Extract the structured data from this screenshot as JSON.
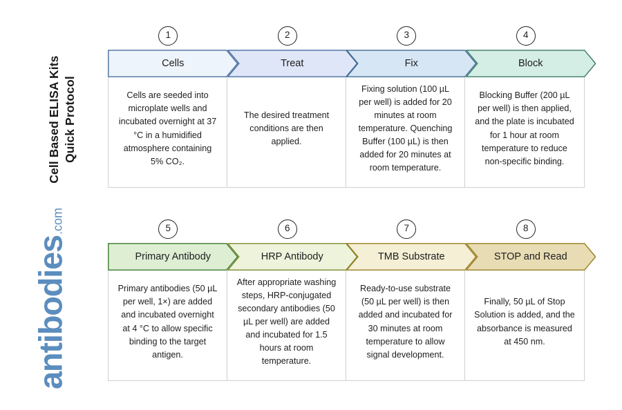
{
  "document": {
    "title": "Cell Based ELISA Kits\nQuick Protocol",
    "brand_name": "antibodies",
    "brand_tld": ".com",
    "brand_color": "#5b8dbe"
  },
  "rows": [
    {
      "row_id": "row-1",
      "steps": [
        {
          "number": "1",
          "label": "Cells",
          "fill": "#eef4fb",
          "stroke": "#4a6fa0",
          "description": "Cells are seeded into microplate wells and incubated overnight at 37 °C in a humidified atmosphere containing 5% CO₂."
        },
        {
          "number": "2",
          "label": "Treat",
          "fill": "#dfe6f8",
          "stroke": "#4a6fa0",
          "description": "The desired treatment conditions are then applied."
        },
        {
          "number": "3",
          "label": "Fix",
          "fill": "#d7e6f5",
          "stroke": "#3f6f91",
          "description": "Fixing solution (100 µL per well) is added for 20 minutes at room temperature. Quenching Buffer (100 µL) is then added for 20 minutes at room temperature."
        },
        {
          "number": "4",
          "label": "Block",
          "fill": "#d4eee5",
          "stroke": "#3b7a66",
          "description": "Blocking Buffer (200 µL per well) is then applied, and the plate is incubated for 1 hour at room temperature to reduce non-specific binding."
        }
      ]
    },
    {
      "row_id": "row-2",
      "steps": [
        {
          "number": "5",
          "label": "Primary Antibody",
          "fill": "#ddeed3",
          "stroke": "#3c7a2e",
          "description": "Primary antibodies (50 µL per well, 1×) are added and incubated overnight at 4 °C to allow specific binding to the target antigen."
        },
        {
          "number": "6",
          "label": "HRP Antibody",
          "fill": "#eef3dc",
          "stroke": "#7b8a2a",
          "description": "After appropriate washing steps, HRP-conjugated secondary antibodies (50 µL per well) are added and incubated for 1.5 hours at room temperature."
        },
        {
          "number": "7",
          "label": "TMB Substrate",
          "fill": "#f4efd5",
          "stroke": "#9a7d20",
          "description": "Ready-to-use substrate (50 µL per well) is then added and incubated for 30 minutes at room temperature to allow signal development."
        },
        {
          "number": "8",
          "label": "STOP and Read",
          "fill": "#e8dcb4",
          "stroke": "#9a7d20",
          "description": "Finally, 50 µL of Stop Solution is added, and the absorbance is measured at 450 nm."
        }
      ]
    }
  ]
}
